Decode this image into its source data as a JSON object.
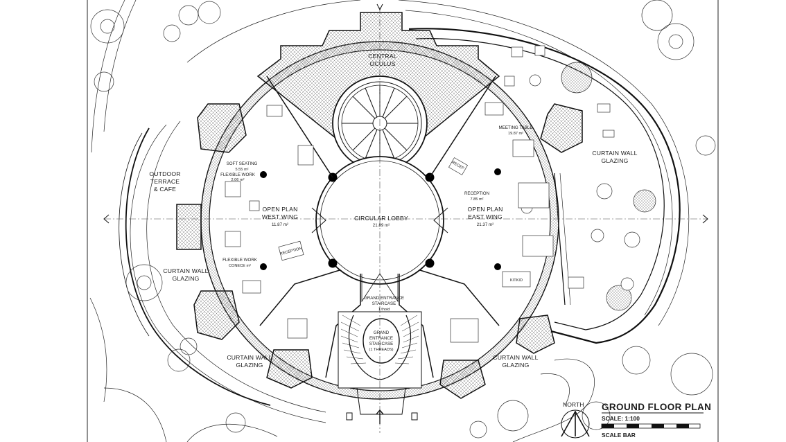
{
  "drawing": {
    "title": "GROUND FLOOR PLAN",
    "scale": "SCALE: 1:100",
    "scale_bar": "SCALE BAR",
    "north": "NORTH"
  },
  "labels": {
    "central_oculus_1": "CENTRAL",
    "central_oculus_2": "OCULUS",
    "outdoor_1": "OUTDOOR",
    "outdoor_2": "TERRACE",
    "outdoor_3": "& CAFE",
    "soft_seating": "SOFT SEATING",
    "soft_seating_area": "5.55 m²",
    "flexible_work": "FLEXIBLE WORK",
    "flexible_work_area": "2.06 m²",
    "west_wing_1": "OPEN PLAN",
    "west_wing_2": "WEST WING",
    "west_wing_area": "11.87 m²",
    "circular_lobby": "CIRCULAR LOBBY",
    "circular_lobby_area": "21.89 m²",
    "east_wing_1": "OPEN PLAN",
    "east_wing_2": "EAST WING",
    "east_wing_area": "21.37 m²",
    "meeting_table": "MEETING TABLE",
    "meeting_table_area": "19.87 m²",
    "reception_east": "RECEPTION",
    "reception_east_area": "7.85 m²",
    "reception_desk_west": "RECEPTION",
    "flexible_work_2": "FLEXIBLE WORK",
    "flexible_work_2_sub": "CONECE m²",
    "curtain_wall_ne_1": "CURTAIN WALL",
    "curtain_wall_ne_2": "GLAZING",
    "curtain_wall_w_1": "CURTAIN WALL",
    "curtain_wall_w_2": "GLAZING",
    "curtain_wall_sw_1": "CURTAIN WALL",
    "curtain_wall_sw_2": "GLAZING",
    "curtain_wall_se_1": "CURTAIN WALL",
    "curtain_wall_se_2": "GLAZING",
    "grand_staircase_1": "GRAND ENTRANCE",
    "grand_staircase_2": "STAIRCASE",
    "grand_staircase_3": "1 thoid",
    "inner_stair_1": "GRAND",
    "inner_stair_2": "ENTRANCE",
    "inner_stair_3": "STAIRCASE",
    "inner_stair_4": "(1 THREADS)",
    "kitchen": "KITKID",
    "reception_desk_east": "RECEP"
  }
}
